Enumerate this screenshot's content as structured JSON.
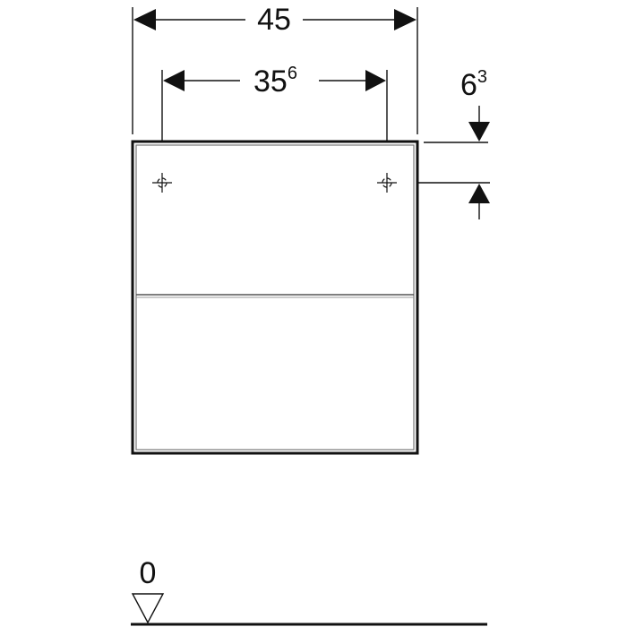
{
  "drawing": {
    "type": "technical dimension drawing",
    "subject": "two-drawer cabinet front view",
    "colors": {
      "line": "#111111",
      "inner_line": "#777777",
      "background": "#ffffff"
    }
  },
  "dimensions": {
    "overall_width": {
      "main": "45",
      "sup": ""
    },
    "hole_spacing": {
      "main": "35",
      "sup": "6"
    },
    "hole_offset_top": {
      "main": "6",
      "sup": "3"
    }
  },
  "datum": {
    "label": "0"
  }
}
